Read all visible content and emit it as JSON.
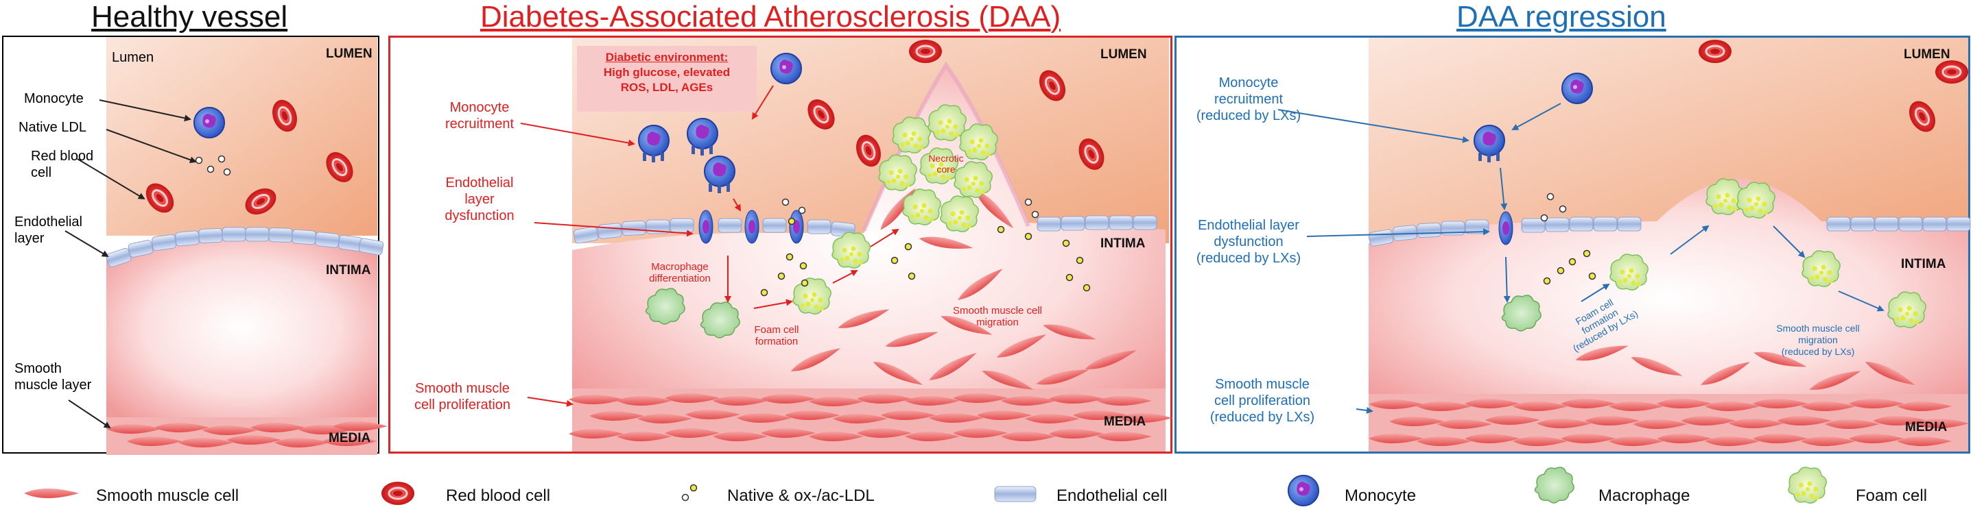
{
  "titles": {
    "healthy": "Healthy vessel",
    "daa_main": "Diabetes-Associated Atherosclerosis",
    "daa_abbr_open": "(",
    "daa_abbr": "DAA",
    "daa_abbr_close": ")",
    "regression": "DAA regression"
  },
  "healthy": {
    "lumen_small": "Lumen",
    "lumen": "LUMEN",
    "intima": "INTIMA",
    "media": "MEDIA",
    "labels": {
      "monocyte": "Monocyte",
      "native_ldl": "Native LDL",
      "rbc_line1": "Red blood",
      "rbc_line2": "cell",
      "endo_line1": "Endothelial",
      "endo_line2": "layer",
      "smc_line1": "Smooth",
      "smc_line2": "muscle layer"
    }
  },
  "daa": {
    "lumen": "LUMEN",
    "intima": "INTIMA",
    "media": "MEDIA",
    "diabetic_title": "Diabetic environment:",
    "diabetic_line1": "High glucose, elevated",
    "diabetic_line2": "ROS, LDL, AGEs",
    "necrotic_line1": "Necrotic",
    "necrotic_line2": "core",
    "monocyte_line1": "Monocyte",
    "monocyte_line2": "recruitment",
    "endo_line1": "Endothelial",
    "endo_line2": "layer",
    "endo_line3": "dysfunction",
    "smc_line1": "Smooth muscle",
    "smc_line2": "cell proliferation",
    "macro_line1": "Macrophage",
    "macro_line2": "differentiation",
    "foam_line1": "Foam cell",
    "foam_line2": "formation",
    "migration_line1": "Smooth muscle cell",
    "migration_line2": "migration"
  },
  "regression": {
    "lumen": "LUMEN",
    "intima": "INTIMA",
    "media": "MEDIA",
    "monocyte_line1": "Monocyte",
    "monocyte_line2": "recruitment",
    "monocyte_line3": "(reduced by LXs)",
    "endo_line1": "Endothelial layer",
    "endo_line2": "dysfunction",
    "endo_line3": "(reduced by LXs)",
    "smc_line1": "Smooth muscle",
    "smc_line2": "cell proliferation",
    "smc_line3": "(reduced by LXs)",
    "foam_line1": "Foam cell",
    "foam_line2": "formation",
    "foam_line3": "(reduced by LXs)",
    "migration_line1": "Smooth muscle cell",
    "migration_line2": "migration",
    "migration_line3": "(reduced by LXs)"
  },
  "legend": {
    "smooth_muscle": "Smooth muscle cell",
    "red_blood": "Red blood cell",
    "ldl": "Native & ox-/ac-LDL",
    "endothelial": "Endothelial cell",
    "monocyte": "Monocyte",
    "macrophage": "Macrophage",
    "foam": "Foam cell"
  },
  "colors": {
    "daa_red": "#e02020",
    "regression_blue": "#1f6fb5",
    "panel_border_healthy": "#000000",
    "panel_border_daa": "#d62828",
    "panel_border_regression": "#2a6fb0"
  }
}
